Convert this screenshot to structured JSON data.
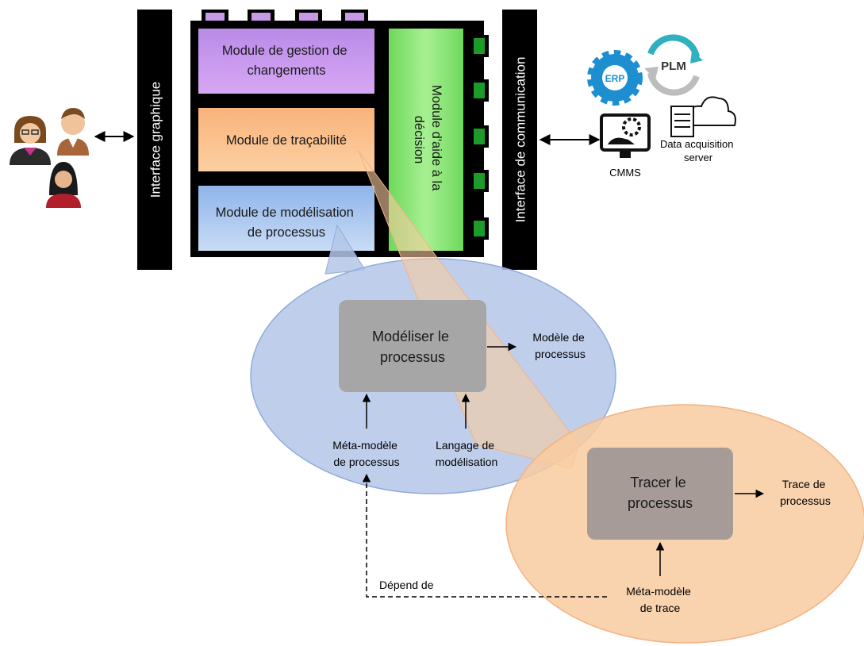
{
  "interfaces": {
    "graphical": "Interface graphique",
    "communication": "Interface de communication"
  },
  "modules": {
    "change_management": [
      "Module de gestion de",
      "changements"
    ],
    "traceability": [
      "Module de traçabilité"
    ],
    "process_modeling": [
      "Module de modélisation",
      "de processus"
    ],
    "decision_support": [
      "Module d'aide à la",
      "décision"
    ]
  },
  "external_systems": {
    "erp": "ERP",
    "plm": "PLM",
    "cmms": "CMMS",
    "data_server": [
      "Data acquisition",
      "server"
    ]
  },
  "model_zoom": {
    "process_box": [
      "Modéliser le",
      "processus"
    ],
    "output": [
      "Modèle de",
      "processus"
    ],
    "input_meta": [
      "Méta-modèle",
      "de processus"
    ],
    "input_lang": [
      "Langage de",
      "modélisation"
    ]
  },
  "trace_zoom": {
    "process_box": [
      "Tracer le",
      "processus"
    ],
    "output": [
      "Trace de",
      "processus"
    ],
    "input_meta": [
      "Méta-modèle",
      "de trace"
    ]
  },
  "dependency_label": "Dépend de",
  "colors": {
    "purple": "#c987ee",
    "orange": "#fbc085",
    "blue": "#a9c8ee",
    "green": "#8de67a",
    "connector": "#1c9a2a",
    "callout_blue": "#b4c7e7",
    "callout_orange": "#f8cba0",
    "grey_box": "#a6a6a6",
    "brand_blue": "#1d8fd1",
    "cycle_teal": "#31b0bf"
  }
}
